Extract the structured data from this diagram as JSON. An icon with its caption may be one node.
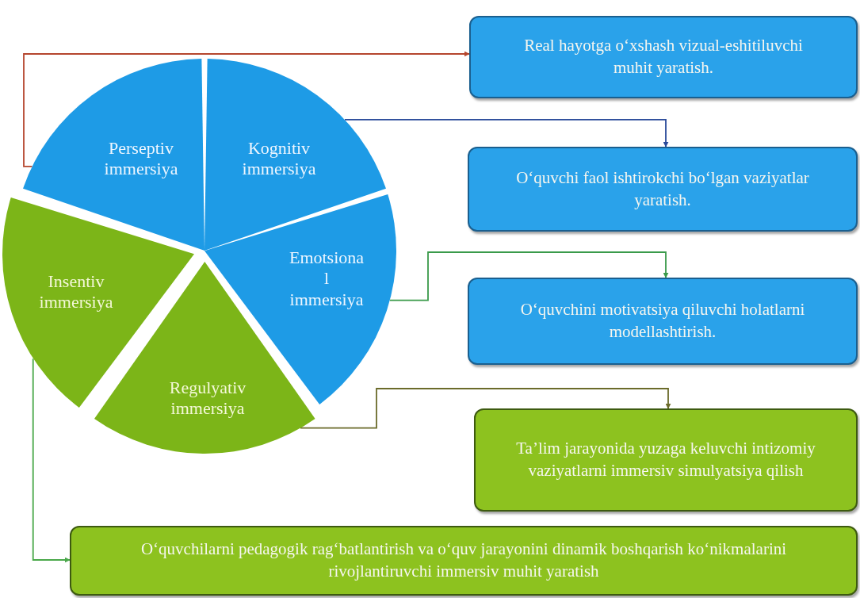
{
  "diagram": {
    "nodes": [
      {
        "text": [
          "Perseptiv immersiya"
        ]
      },
      {
        "text": [
          "Kognitiv immersiya"
        ]
      },
      {
        "text": [
          "Emotsiona l immersiya"
        ]
      },
      {
        "text": [
          "Insentiv immersiya"
        ]
      },
      {
        "text": [
          "Regulyativ immersiya"
        ]
      },
      {
        "text": [
          "Real hayotga o‘xshash vizual-eshitiluvchi muhit yaratish."
        ]
      },
      {
        "text": [
          "O‘quvchi faol ishtirokchi bo‘lgan vaziyatlar yaratish."
        ]
      },
      {
        "text": [
          "O‘quvchini motivatsiya qiluvchi holatlarni modellashtirish."
        ]
      },
      {
        "text": [
          "Ta’lim jarayonida yuzaga keluvchi intizomiy vaziyatlarni immersiv simulyatsiya qilish"
        ]
      },
      {
        "text": [
          "O‘quvchilarni pedagogik rag‘batlantirish va o‘quv jarayonini dinamik boshqarish ko‘nikmalarini rivojlantiruvchi immersiv muhit yaratish"
        ]
      }
    ],
    "edges": [
      {
        "from": 0,
        "to": 5,
        "arrow": "to",
        "color": "#b5462e"
      },
      {
        "from": 1,
        "to": 6,
        "arrow": "to",
        "color": "#2a4a9a"
      },
      {
        "from": 2,
        "to": 7,
        "arrow": "to",
        "color": "#3a9a4a"
      },
      {
        "from": 4,
        "to": 8,
        "arrow": "to",
        "color": "#6b6b2a"
      },
      {
        "from": 3,
        "to": 9,
        "arrow": "to",
        "color": "#4aa84a"
      }
    ]
  }
}
